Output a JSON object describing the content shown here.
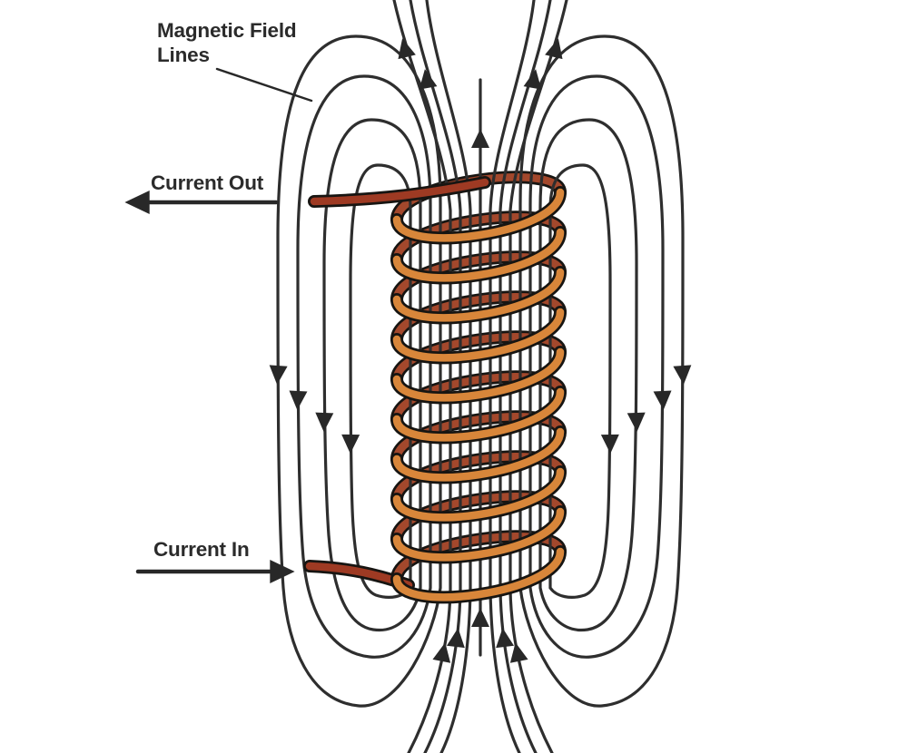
{
  "labels": {
    "magnetic_field_line1": "Magnetic Field",
    "magnetic_field_line2": "Lines",
    "current_out": "Current Out",
    "current_in": "Current In"
  },
  "coil": {
    "turns": 10
  },
  "field_direction": {
    "inside_coil": "up",
    "outside_coil": "down"
  },
  "colors": {
    "background": "#ffffff",
    "field_line": "#2e2e2e",
    "arrow": "#282828",
    "wire_outline": "#171512",
    "wire_back": "#a3482c",
    "wire_front": "#d8863a",
    "lead_wire": "#9e3a23",
    "label_text": "#2b2b2b"
  }
}
